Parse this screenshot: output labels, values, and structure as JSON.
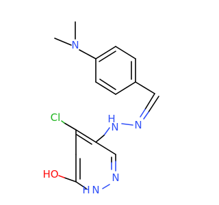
{
  "atoms": {
    "n_dimethyl": {
      "label": "N",
      "color": "#3050f8"
    },
    "n_hydrazone_top": {
      "label": "N",
      "color": "#3050f8"
    },
    "nh_hydrazone": {
      "label": "H",
      "n": "N",
      "color": "#3050f8"
    },
    "cl": {
      "label": "Cl",
      "color": "#1fb51f"
    },
    "n_ring_top": {
      "label": "N",
      "color": "#3050f8"
    },
    "n_ring_bottom": {
      "label": "N",
      "h": "H",
      "color": "#3050f8"
    },
    "oh": {
      "label": "HO",
      "color": "#ff0d0d"
    }
  },
  "colors": {
    "carbon": "#000000",
    "nitrogen": "#3050f8",
    "chlorine": "#1fb51f",
    "oxygen": "#ff0d0d",
    "background": "#ffffff"
  }
}
